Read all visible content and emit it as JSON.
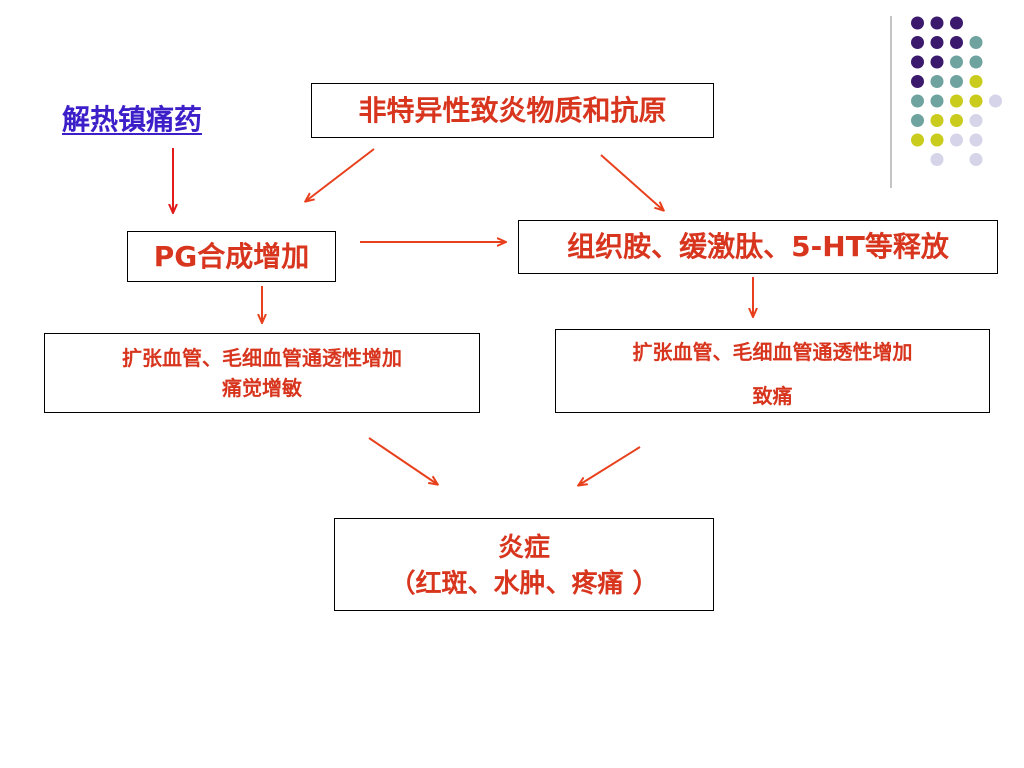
{
  "link": {
    "label": "解热镇痛药"
  },
  "nodes": {
    "top": {
      "label": "非特异性致炎物质和抗原"
    },
    "pg": {
      "prefix": "PG",
      "label": "合成增加"
    },
    "histamine": {
      "part1": "组织胺、缓激肽、",
      "latin": "5-HT",
      "part2": "等释放"
    },
    "left_effect": {
      "line1": "扩张血管、毛细血管通透性增加",
      "line2": "痛觉增敏"
    },
    "right_effect": {
      "line1": "扩张血管、毛细血管通透性增加",
      "line2": "致痛"
    },
    "bottom": {
      "line1": "炎症",
      "line2": "（红斑、水肿、疼痛 ）"
    }
  },
  "colors": {
    "text_red": "#d8351e",
    "link_blue": "#3d1fc9",
    "arrow_orange": "#e8401c",
    "arrow_red": "#e21a1a",
    "dot_purple": "#3b1a6e",
    "dot_teal": "#6fa3a0",
    "dot_yellow": "#c9cc1c",
    "dot_lavender": "#d6d4e8"
  }
}
